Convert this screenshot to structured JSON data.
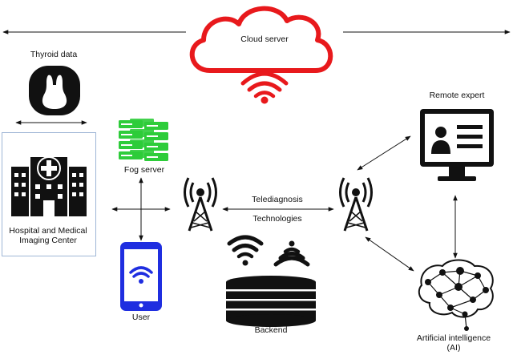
{
  "labels": {
    "cloud_server": "Cloud server",
    "thyroid_data": "Thyroid data",
    "fog_server": "Fog server",
    "hospital_line1": "Hospital and Medical",
    "hospital_line2": "Imaging Center",
    "user": "User",
    "telediagnosis": "Telediagnosis",
    "technologies": "Technologies",
    "backend": "Backend",
    "remote_expert": "Remote expert",
    "ai_line1": "Artificial intelligence",
    "ai_line2": "(AI)"
  },
  "colors": {
    "cloud": "#e8191c",
    "fog_server": "#2ecc3a",
    "phone": "#1f2ee0",
    "ink": "#111111",
    "hospital_border": "#9fb6d6"
  },
  "icons": [
    "cloud-wifi-icon",
    "thyroid-icon",
    "server-rack-icon",
    "hospital-icon",
    "smartphone-wifi-icon",
    "radio-tower-icon",
    "wifi-icon",
    "database-icon",
    "monitor-user-icon",
    "brain-network-icon"
  ]
}
